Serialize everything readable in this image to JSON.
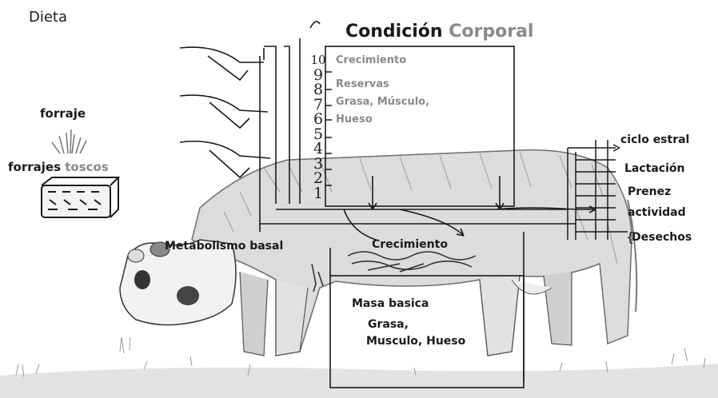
{
  "diet": {
    "title": "Dieta",
    "forage": "forraje",
    "coarse_forage_word1": "forrajes",
    "coarse_forage_word2": "toscos"
  },
  "condition": {
    "title_word1": "Condición",
    "title_word2": "Corporal",
    "scale": [
      "10",
      "9",
      "8",
      "7",
      "6",
      "5",
      "4",
      "3",
      "2",
      "1"
    ],
    "box_lines": [
      "Crecimiento",
      "Reservas",
      "Grasa, Músculo,",
      "Hueso"
    ]
  },
  "outputs": [
    "ciclo estral",
    "Lactación",
    "Prenez",
    "actividad",
    "Desechos"
  ],
  "body_labels": {
    "basal_metabolism": "Metabolismo basal",
    "growth": "Crecimiento",
    "basic_mass": "Masa basica",
    "basic_mass_l2": "Grasa,",
    "basic_mass_l3": "Musculo, Hueso"
  },
  "colors": {
    "ink": "#1a1a1a",
    "gray_text": "#8a8a8a",
    "shading": "#b9b9b9"
  }
}
